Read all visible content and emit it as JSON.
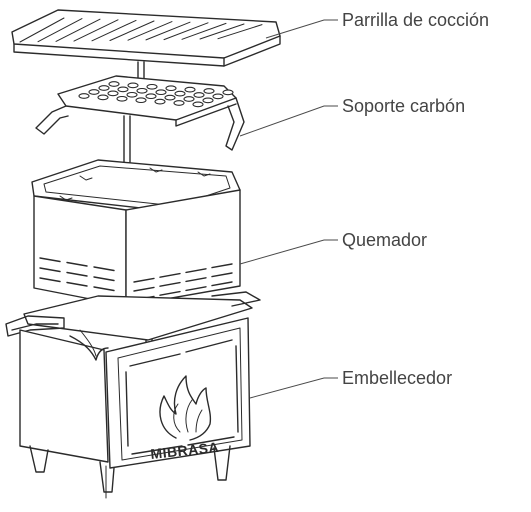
{
  "labels": {
    "grill": "Parrilla de cocción",
    "charcoal_support": "Soporte carbón",
    "burner": "Quemador",
    "trim": "Embellecedor"
  },
  "brand": {
    "logo_text": "MIBRASA",
    "icon": "flame-icon"
  },
  "colors": {
    "line": "#2b2b2b",
    "label_text": "#444444",
    "background": "#ffffff"
  }
}
